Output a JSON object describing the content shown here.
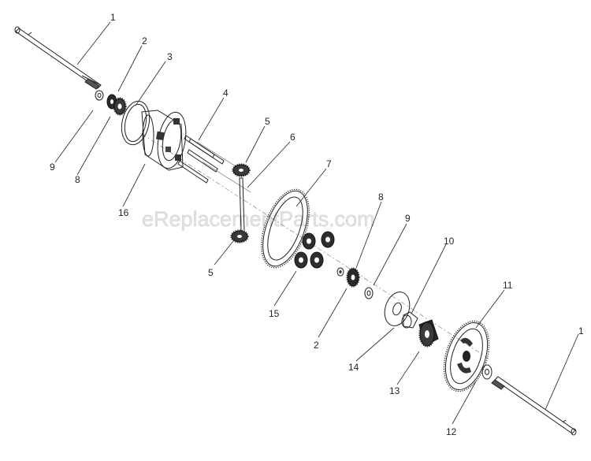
{
  "watermark": "eReplacementParts.com",
  "labels": {
    "l1a": "1",
    "l2a": "2",
    "l3": "3",
    "l4": "4",
    "l5a": "5",
    "l6": "6",
    "l7": "7",
    "l8a": "8",
    "l9a": "9",
    "l16": "16",
    "l8b": "8",
    "l9b": "9",
    "l10": "10",
    "l11": "11",
    "l1b": "1",
    "l5b": "5",
    "l15": "15",
    "l2b": "2",
    "l14": "14",
    "l13": "13",
    "l12": "12"
  }
}
